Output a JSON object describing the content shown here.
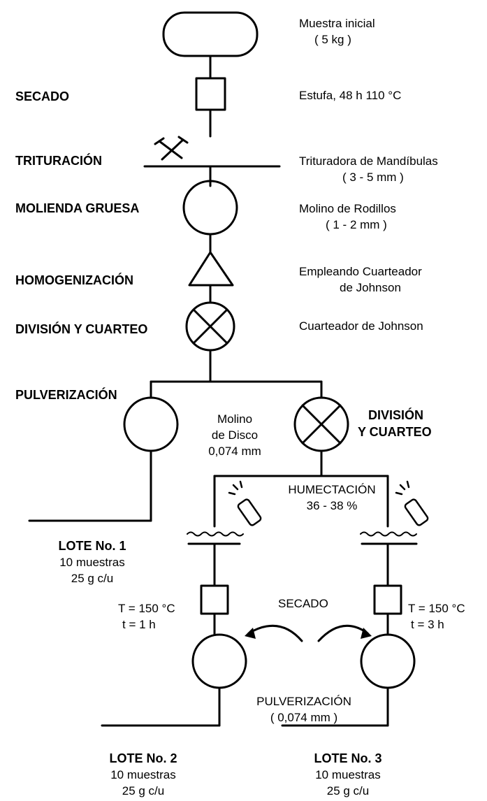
{
  "stages": {
    "secado": "SECADO",
    "trituracion": "TRITURACIÓN",
    "molienda_gruesa": "MOLIENDA GRUESA",
    "homogenizacion": "HOMOGENIZACIÓN",
    "division_cuarteo": "DIVISIÓN Y CUARTEO",
    "pulverizacion": "PULVERIZACIÓN",
    "division_right_1": "DIVISIÓN",
    "division_right_2": "Y CUARTEO"
  },
  "notes": {
    "muestra_1": "Muestra inicial",
    "muestra_2": "( 5 kg )",
    "estufa": "Estufa,  48 h 110 °C",
    "trituradora_1": "Trituradora de Mandíbulas",
    "trituradora_2": "( 3 - 5  mm )",
    "molino_rodillos_1": "Molino de Rodillos",
    "molino_rodillos_2": "( 1 - 2 mm )",
    "empleando_1": "Empleando Cuarteador",
    "empleando_2": "de Johnson",
    "cuarteador": "Cuarteador de Johnson",
    "molino_disco_1": "Molino",
    "molino_disco_2": "de Disco",
    "molino_disco_3": "0,074 mm",
    "humectacion_1": "HUMECTACIÓN",
    "humectacion_2": "36 - 38 %",
    "temp_left_1": "T = 150 °C",
    "temp_left_2": "t = 1 h",
    "temp_right_1": "T = 150 °C",
    "temp_right_2": "t = 3 h",
    "secado_bottom": "SECADO",
    "pulverizacion_bottom_1": "PULVERIZACIÓN",
    "pulverizacion_bottom_2": "( 0,074 mm )"
  },
  "lotes": [
    {
      "title": "LOTE No. 1",
      "count": "10 muestras",
      "mass": "25 g c/u"
    },
    {
      "title": "LOTE No. 2",
      "count": "10 muestras",
      "mass": "25 g c/u"
    },
    {
      "title": "LOTE No. 3",
      "count": "10 muestras",
      "mass": "25 g c/u"
    }
  ]
}
